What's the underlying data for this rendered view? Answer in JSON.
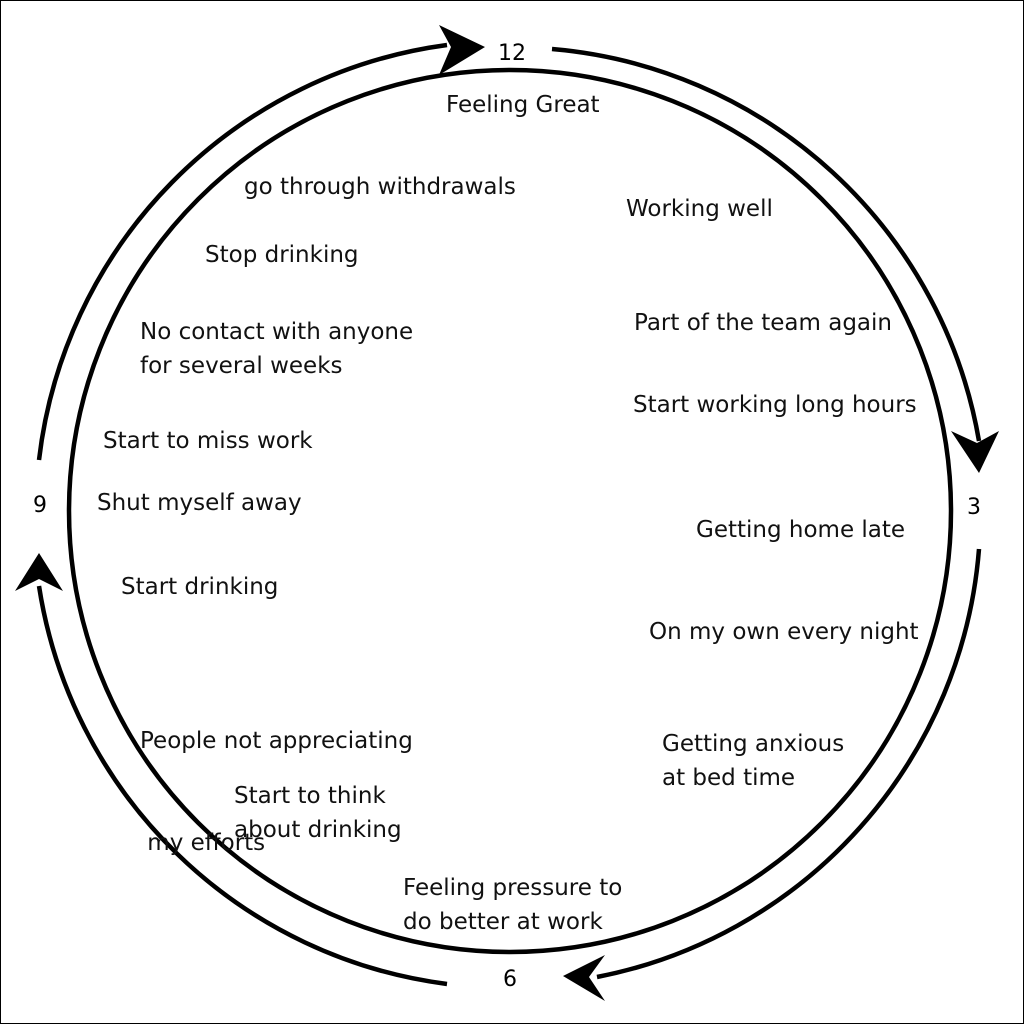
{
  "diagram": {
    "clock_markers": {
      "top": "12",
      "right": "3",
      "bottom": "6",
      "left": "9"
    },
    "stages": [
      {
        "id": "feeling-great",
        "lines": [
          "Feeling Great"
        ]
      },
      {
        "id": "working-well",
        "lines": [
          "Working well"
        ]
      },
      {
        "id": "part-of-team",
        "lines": [
          "Part of the team again"
        ]
      },
      {
        "id": "long-hours",
        "lines": [
          "Start working long hours"
        ]
      },
      {
        "id": "home-late",
        "lines": [
          "Getting home late"
        ]
      },
      {
        "id": "own-every-night",
        "lines": [
          "On my own every night"
        ]
      },
      {
        "id": "anxious-bedtime",
        "lines": [
          "Getting anxious",
          "at bed time"
        ]
      },
      {
        "id": "feeling-pressure",
        "lines": [
          "Feeling pressure to",
          "do better at work"
        ]
      },
      {
        "id": "think-drinking",
        "lines": [
          "Start to think",
          "about drinking"
        ]
      },
      {
        "id": "not-appreciating",
        "lines": [
          "People not appreciating",
          " my efforts"
        ]
      },
      {
        "id": "start-drinking",
        "lines": [
          "Start drinking"
        ]
      },
      {
        "id": "shut-away",
        "lines": [
          "Shut myself away"
        ]
      },
      {
        "id": "miss-work",
        "lines": [
          "Start to miss work"
        ]
      },
      {
        "id": "no-contact",
        "lines": [
          "No contact with anyone",
          "for several weeks"
        ]
      },
      {
        "id": "stop-drinking",
        "lines": [
          "Stop drinking"
        ]
      },
      {
        "id": "withdrawals",
        "lines": [
          "go through withdrawals"
        ]
      }
    ],
    "colors": {
      "stroke": "#000000",
      "text": "#111111",
      "background": "#ffffff"
    }
  }
}
